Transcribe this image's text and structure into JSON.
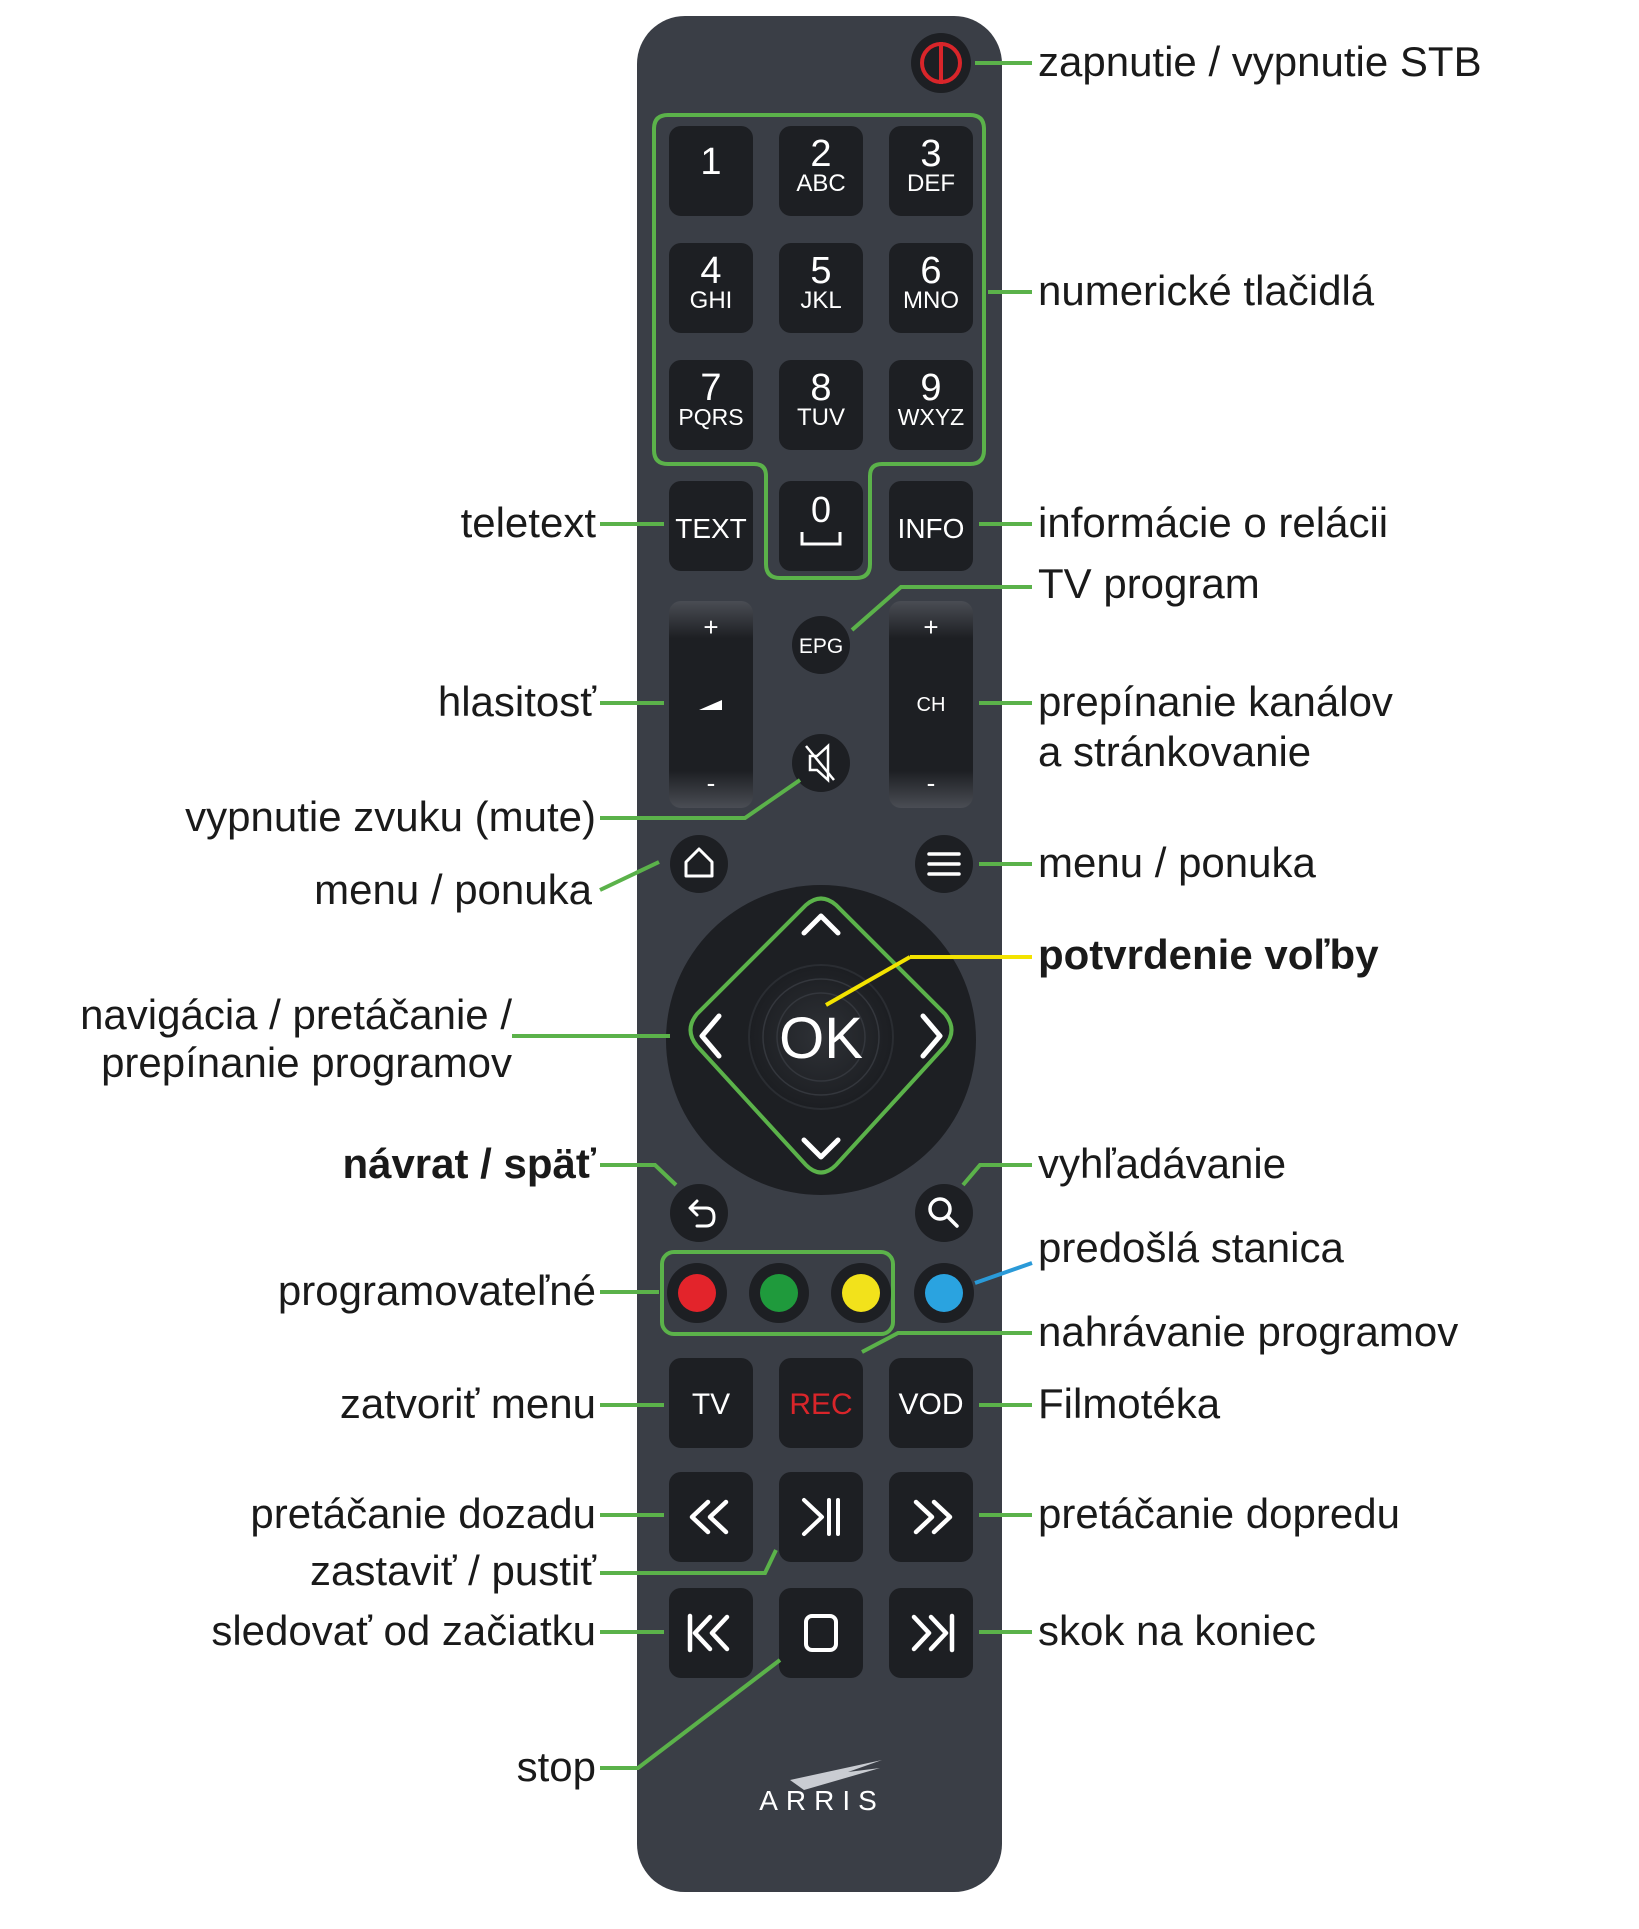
{
  "remote": {
    "brand": "ARRIS",
    "numeric_keys": [
      {
        "digit": "1",
        "letters": ""
      },
      {
        "digit": "2",
        "letters": "ABC"
      },
      {
        "digit": "3",
        "letters": "DEF"
      },
      {
        "digit": "4",
        "letters": "GHI"
      },
      {
        "digit": "5",
        "letters": "JKL"
      },
      {
        "digit": "6",
        "letters": "MNO"
      },
      {
        "digit": "7",
        "letters": "PQRS"
      },
      {
        "digit": "8",
        "letters": "TUV"
      },
      {
        "digit": "9",
        "letters": "WXYZ"
      }
    ],
    "zero": "0",
    "text_key": "TEXT",
    "info_key": "INFO",
    "epg_key": "EPG",
    "vol_plus": "+",
    "vol_minus": "-",
    "ch_plus": "+",
    "ch_label": "CH",
    "ch_minus": "-",
    "ok_key": "OK",
    "tv_key": "TV",
    "rec_key": "REC",
    "vod_key": "VOD",
    "colors": {
      "body": "#3a3e46",
      "key": "#1d1f23",
      "accent_green": "#5bb24a",
      "power_red": "#d9252a",
      "red_button": "#e3242b",
      "green_button": "#1f9a3c",
      "yellow_button": "#f2e21b",
      "blue_button": "#2aa3e0",
      "confirm_line": "#f3e300",
      "blue_line": "#2a9ad8"
    },
    "icons": [
      "power-icon",
      "space-icon",
      "speaker-mute-icon",
      "home-icon",
      "hamburger-menu-icon",
      "chevron-up-icon",
      "chevron-down-icon",
      "chevron-left-icon",
      "chevron-right-icon",
      "back-arrow-icon",
      "search-icon",
      "rewind-icon",
      "play-pause-icon",
      "fast-forward-icon",
      "skip-start-icon",
      "stop-icon",
      "skip-end-icon",
      "arris-logo-icon"
    ]
  },
  "labels": {
    "power": "zapnutie / vypnutie STB",
    "numeric": "numerické tlačidlá",
    "teletext": "teletext",
    "info": "informácie o relácii",
    "tv_program": "TV program",
    "volume": "hlasitosť",
    "channels_1": "prepínanie kanálov",
    "channels_2": "a stránkovanie",
    "mute": "vypnutie zvuku (mute)",
    "menu_right": "menu / ponuka",
    "menu_left": "menu / ponuka",
    "confirm": "potvrdenie voľby",
    "nav_1": "navigácia / pretáčanie /",
    "nav_2": "prepínanie programov",
    "back": "návrat / späť",
    "search": "vyhľadávanie",
    "programmable": "programovateľné",
    "previous_station": "predošlá stanica",
    "recording": "nahrávanie programov",
    "close_menu": "zatvoriť menu",
    "film_library": "Filmotéka",
    "rewind": "pretáčanie dozadu",
    "fast_forward": "pretáčanie dopredu",
    "play_pause": "zastaviť / pustiť",
    "from_start": "sledovať od začiatku",
    "to_end": "skok na koniec",
    "stop": "stop"
  }
}
